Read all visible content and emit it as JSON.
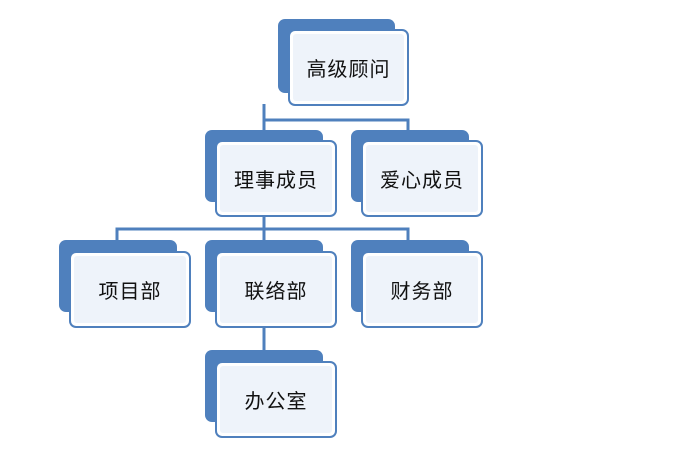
{
  "diagram": {
    "colors": {
      "border": "#4f80bd",
      "shadow": "#4f80bd",
      "fill": "#eef3fa",
      "connector": "#4f80bd"
    },
    "nodes": {
      "senior_advisor": "高级顾问",
      "council_members": "理事成员",
      "caring_members": "爱心成员",
      "project_dept": "项目部",
      "liaison_dept": "联络部",
      "finance_dept": "财务部",
      "office": "办公室"
    }
  }
}
